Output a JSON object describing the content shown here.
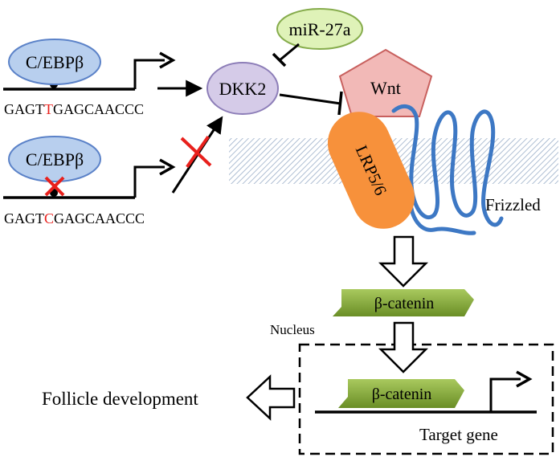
{
  "labels": {
    "cebpb_top": "C/EBPβ",
    "cebpb_bottom": "C/EBPβ",
    "seq_top_pre": "GAGT",
    "seq_top_mut": "T",
    "seq_top_post": "GAGCAACCC",
    "seq_bottom_pre": "GAGT",
    "seq_bottom_mut": "C",
    "seq_bottom_post": "GAGCAACCC",
    "mirna": "miR-27a",
    "dkk2": "DKK2",
    "wnt": "Wnt",
    "lrp": "LRP5/6",
    "frizzled": "Frizzled",
    "bcat_cyto": "β-catenin",
    "nucleus": "Nucleus",
    "bcat_nuc": "β-catenin",
    "target_gene": "Target gene",
    "follicle": "Follicle development"
  },
  "colors": {
    "oval_fill": "#b8cfee",
    "oval_stroke": "#5b82c8",
    "mirna_fill": "#dff2b8",
    "mirna_stroke": "#86ac4c",
    "dkk2_fill": "#d5cbe8",
    "dkk2_stroke": "#8d7eb8",
    "wnt_fill": "#f2b9b7",
    "wnt_stroke": "#c8605e",
    "lrp_fill": "#f7913b",
    "frizzled_stroke": "#3d78c4",
    "bcat_fill": "#7ea234",
    "mutation": "#e8201c",
    "membrane": "#9aaec8"
  }
}
